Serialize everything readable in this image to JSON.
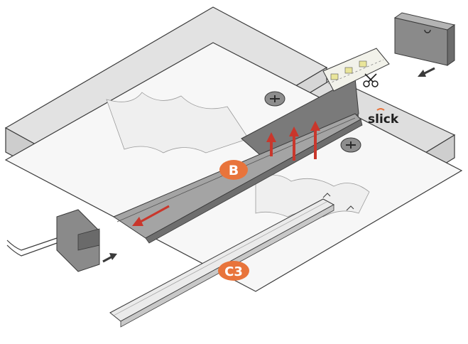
{
  "labels": {
    "profile_label": "B",
    "diffuser_label": "C3",
    "brand": "slick"
  },
  "colors": {
    "ceiling_top": "#dddddd",
    "ceiling_edge": "#bdbdbd",
    "ceiling_side": "#cfcfcf",
    "plaster": "#f4f4f4",
    "profile": "#9a9a9a",
    "profile_dark": "#6e6e6e",
    "arrow": "#c9372c",
    "badge": "#e8743b",
    "brand_accent": "#e8743b",
    "outline": "#3a3a3a"
  },
  "icons": {
    "screw": "screw-icon",
    "scissors": "scissors-icon",
    "end_cap": "end-cap-icon",
    "led": "led-chip-icon"
  }
}
